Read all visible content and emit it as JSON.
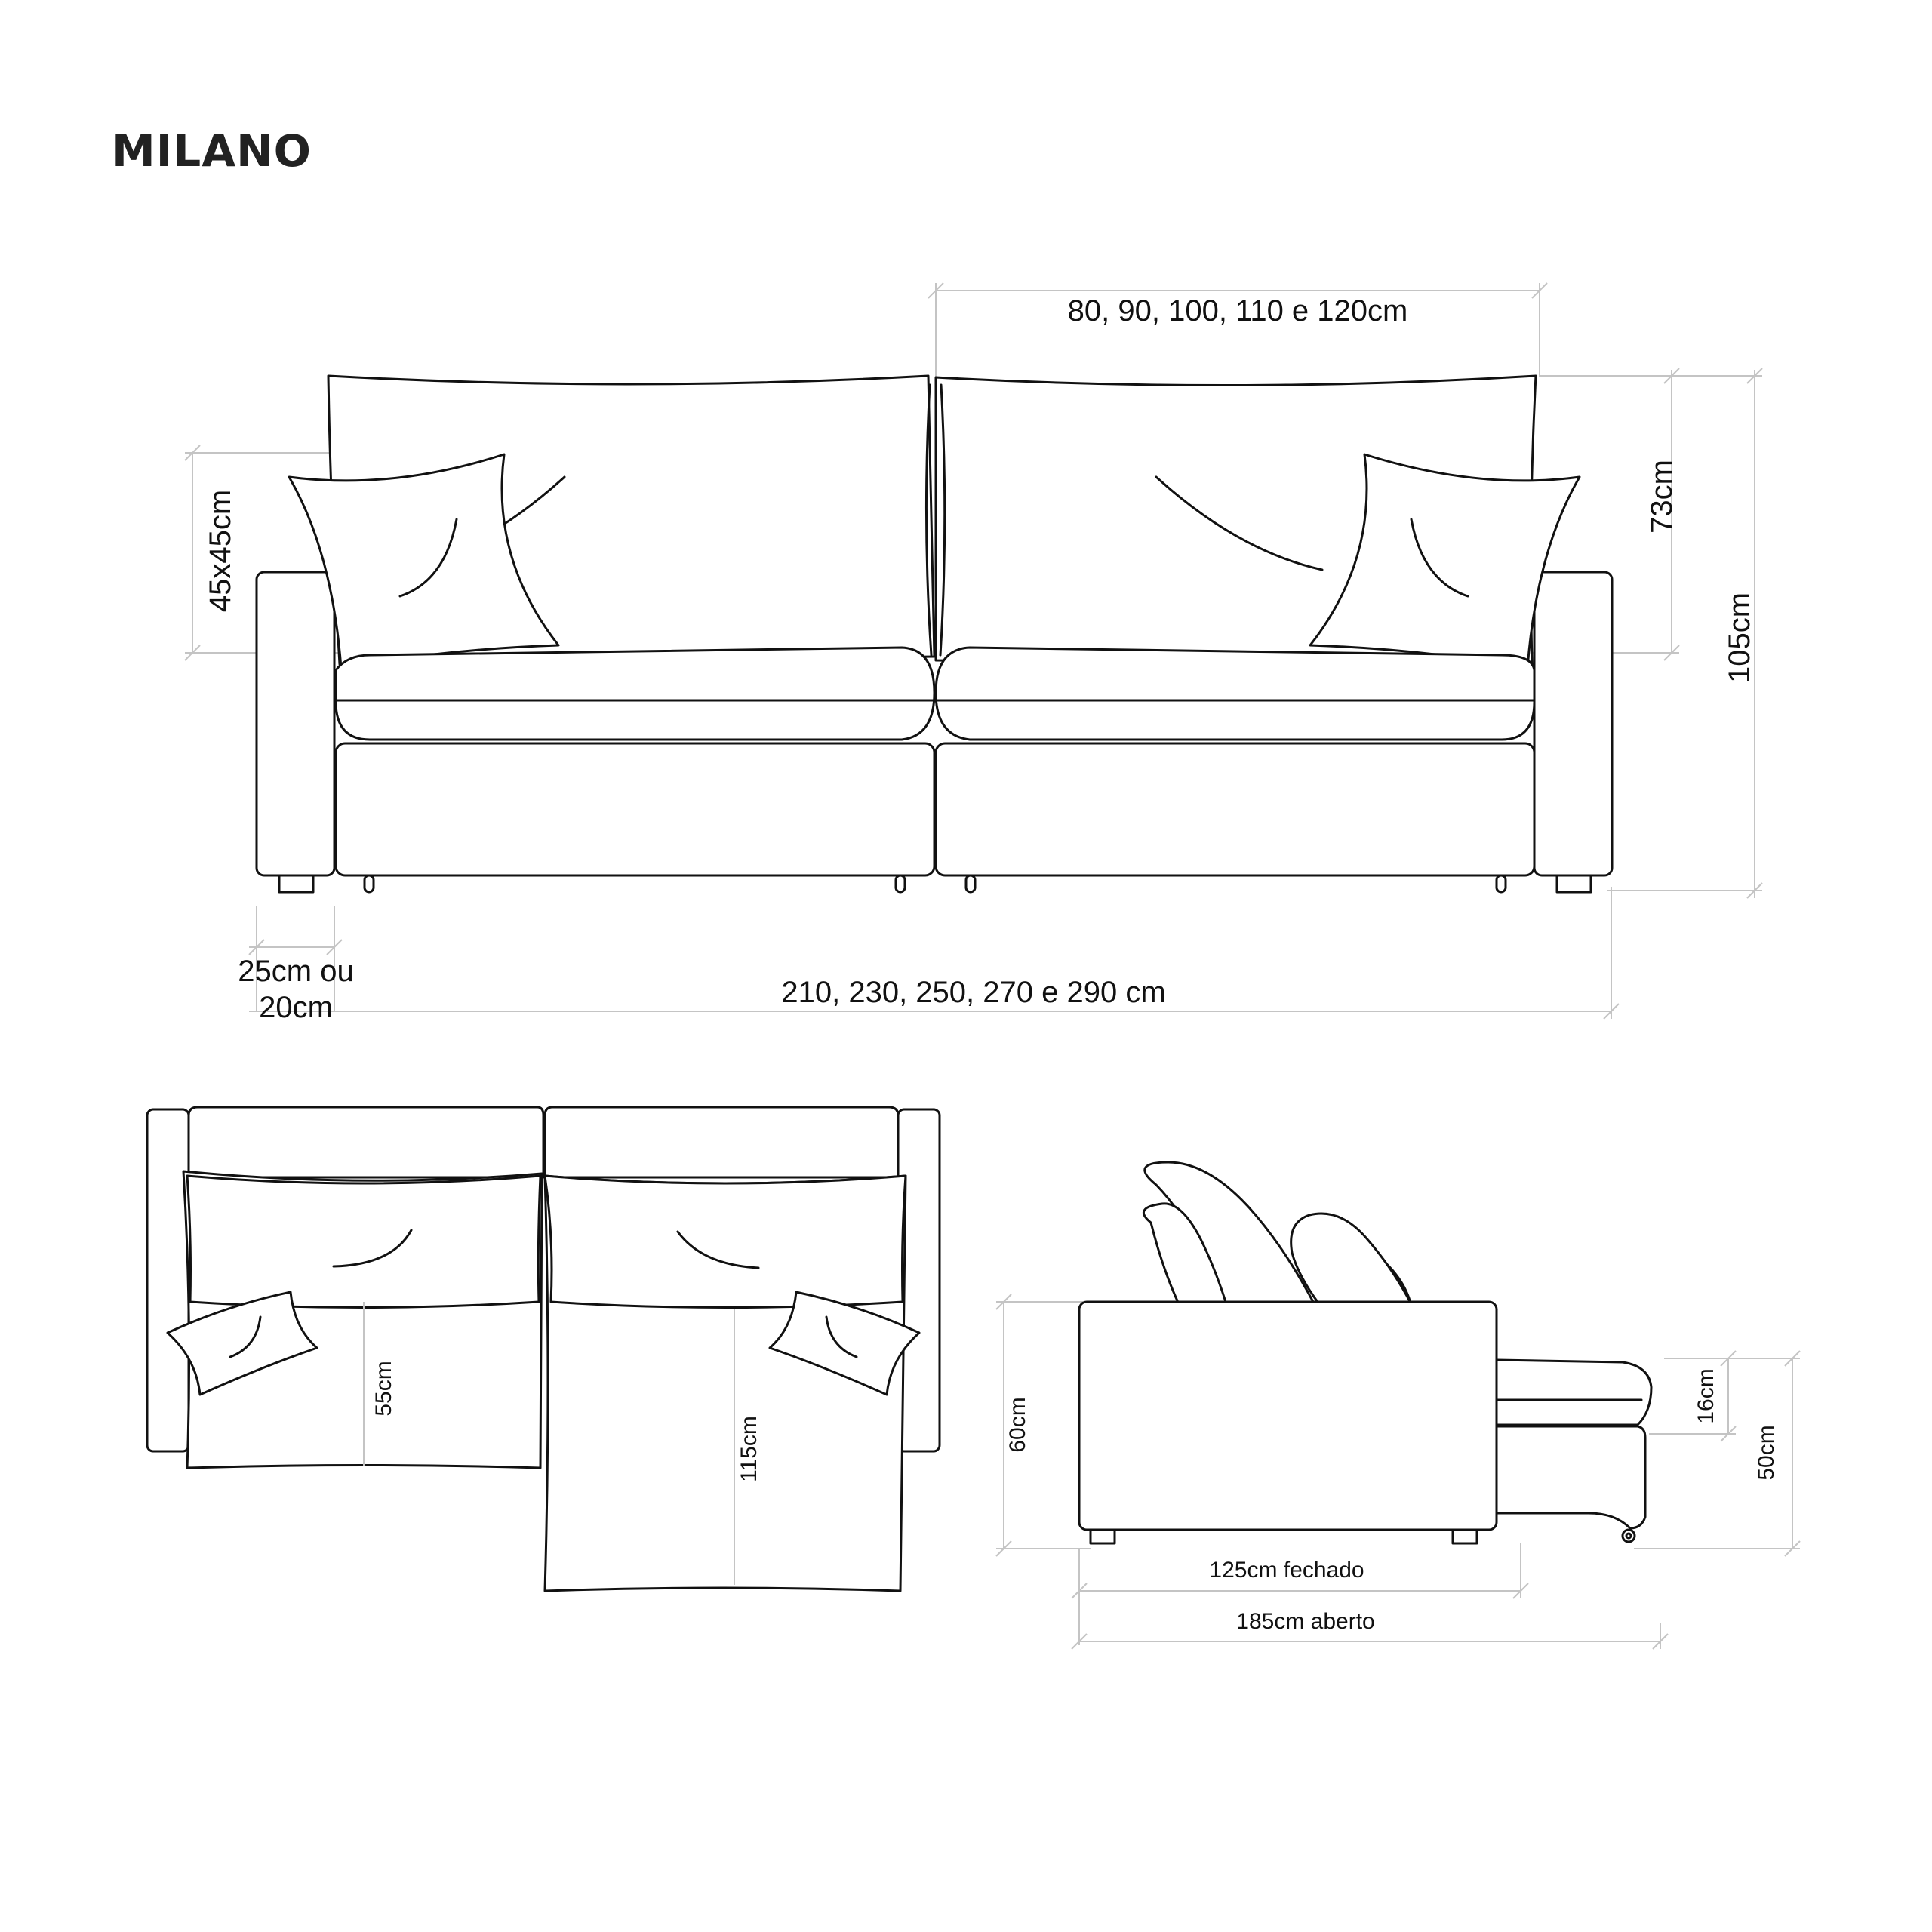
{
  "title": "MILANO",
  "front_view": {
    "module_width": "80, 90, 100, 110 e 120cm",
    "cushion_size": "45x45cm",
    "backrest_height": "73cm",
    "total_height": "105cm",
    "arm_width_line1": "25cm ou",
    "arm_width_line2": "20cm",
    "total_width": "210, 230, 250, 270 e 290 cm"
  },
  "top_view": {
    "seat_depth": "55cm",
    "extended_depth": "115cm"
  },
  "side_view": {
    "seat_height": "60cm",
    "mattress_thickness": "16cm",
    "pullout_height": "50cm",
    "depth_closed": "125cm fechado",
    "depth_open": "185cm aberto"
  }
}
